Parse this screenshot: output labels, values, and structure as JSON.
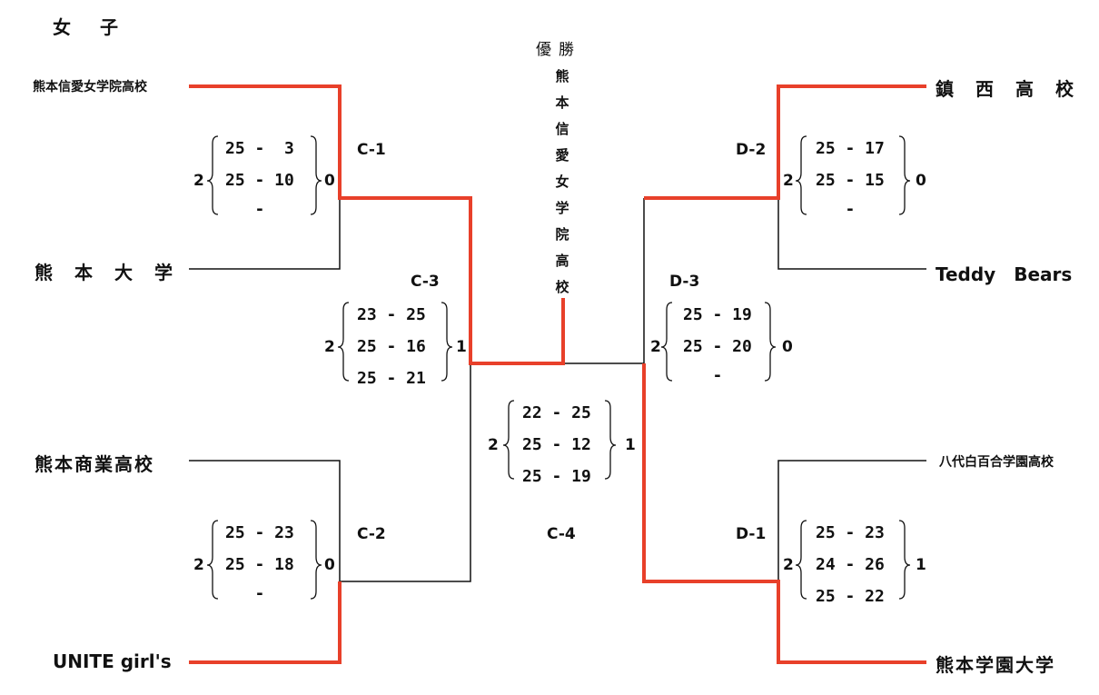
{
  "title": "女　子",
  "champion": {
    "label": "優勝",
    "name": [
      "熊",
      "本",
      "信",
      "愛",
      "女",
      "学",
      "院",
      "高",
      "校"
    ]
  },
  "teams": {
    "t1": "熊本信愛女学院高校",
    "t2": "熊　本　大　学",
    "t3": "熊本商業高校",
    "t4": "UNITE girl's",
    "t5": "鎮　西　高　校",
    "t6": "Teddy　Bears",
    "t7": "八代白百合学園高校",
    "t8": "熊本学園大学"
  },
  "matches": {
    "c1": {
      "code": "C-1",
      "left": "2",
      "right": "0",
      "sets": [
        "25 -  3",
        "25 - 10",
        "   -"
      ]
    },
    "c2": {
      "code": "C-2",
      "left": "2",
      "right": "0",
      "sets": [
        "25 - 23",
        "25 - 18",
        "   -"
      ]
    },
    "c3": {
      "code": "C-3",
      "left": "2",
      "right": "1",
      "sets": [
        "23 - 25",
        "25 - 16",
        "25 - 21"
      ]
    },
    "c4": {
      "code": "C-4",
      "left": "2",
      "right": "1",
      "sets": [
        "22 - 25",
        "25 - 12",
        "25 - 19"
      ]
    },
    "d1": {
      "code": "D-1",
      "left": "2",
      "right": "1",
      "sets": [
        "25 - 23",
        "24 - 26",
        "25 - 22"
      ]
    },
    "d2": {
      "code": "D-2",
      "left": "2",
      "right": "0",
      "sets": [
        "25 - 17",
        "25 - 15",
        "   -"
      ]
    },
    "d3": {
      "code": "D-3",
      "left": "2",
      "right": "0",
      "sets": [
        "25 - 19",
        "25 - 20",
        "   -"
      ]
    }
  },
  "colors": {
    "win_line": "#e8402a",
    "line": "#111111"
  }
}
